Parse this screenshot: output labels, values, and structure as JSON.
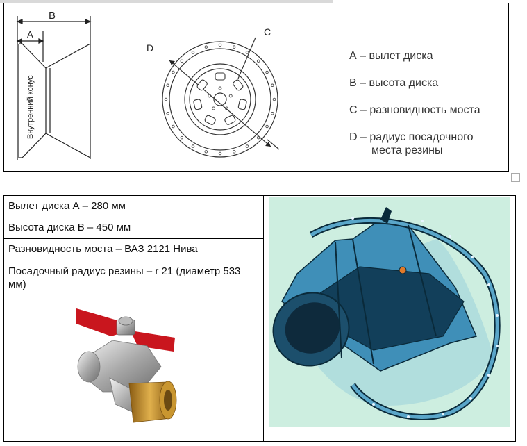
{
  "diagram": {
    "labels": {
      "a": "A",
      "b": "B",
      "c": "C",
      "d": "D"
    },
    "side_label": "Внутренний конус",
    "legend": [
      {
        "text": "А – вылет диска"
      },
      {
        "text": "В – высота диска"
      },
      {
        "text": "С – разновидность моста"
      },
      {
        "text": "D – радиус посадочного",
        "text2": "места резины"
      }
    ]
  },
  "table": {
    "rows": [
      "Вылет диска А – 280 мм",
      "Высота диска В – 450 мм",
      "Разновидность моста – ВАЗ 2121 Нива",
      "Посадочный радиус резины – r 21 (диаметр 533 мм)"
    ]
  },
  "colors": {
    "valve_red": "#c9161e",
    "valve_brass": "#d4a13a",
    "damper_blue": "#3f8fb8",
    "damper_bg": "#cdeee0"
  }
}
